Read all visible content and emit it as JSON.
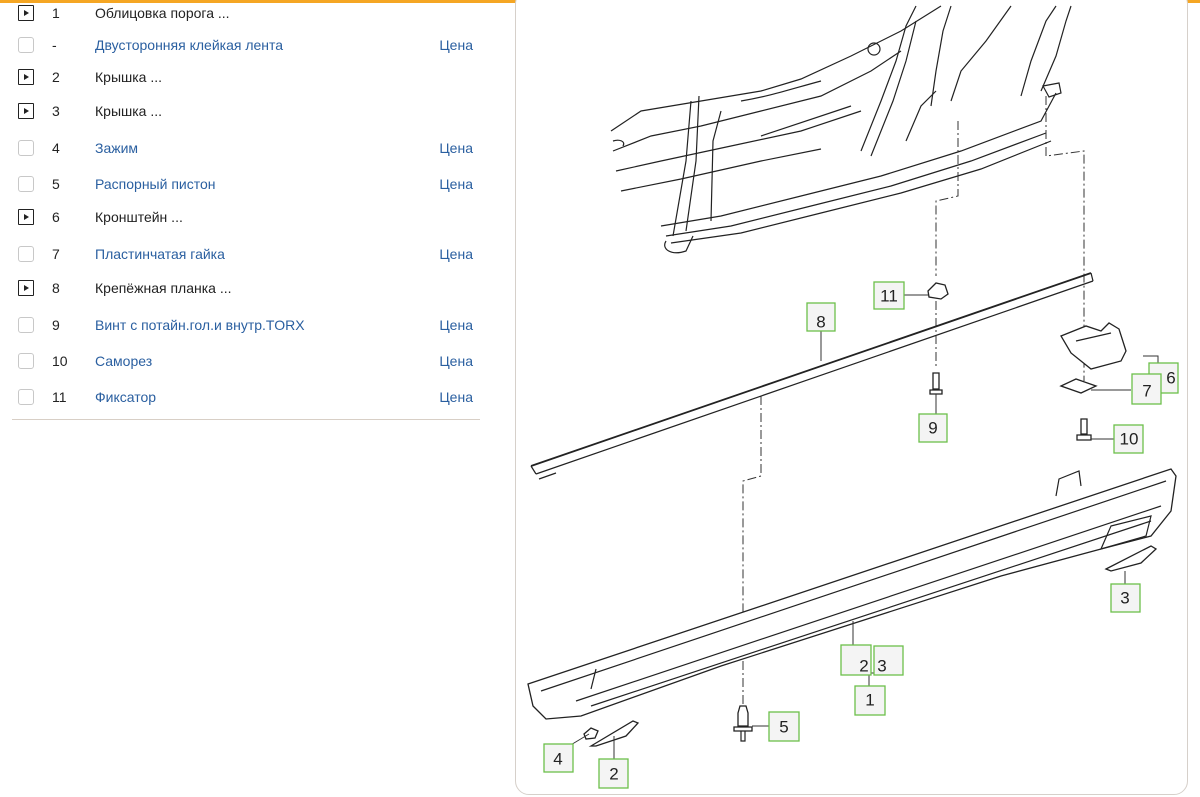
{
  "accent_color": "#f5a623",
  "link_color": "#2a5fa0",
  "callout_border_color": "#6cc04a",
  "parts_list": {
    "rows": [
      {
        "control": "expander",
        "number": "1",
        "name": "Облицовка порога ...",
        "is_link": false,
        "price_label": ""
      },
      {
        "control": "checkbox",
        "number": "-",
        "name": "Двусторонняя клейкая лента",
        "is_link": true,
        "price_label": "Цена"
      },
      {
        "control": "expander",
        "number": "2",
        "name": "Крышка ...",
        "is_link": false,
        "price_label": ""
      },
      {
        "control": "expander",
        "number": "3",
        "name": "Крышка ...",
        "is_link": false,
        "price_label": ""
      },
      {
        "control": "checkbox",
        "number": "4",
        "name": "Зажим",
        "is_link": true,
        "price_label": "Цена"
      },
      {
        "control": "checkbox",
        "number": "5",
        "name": "Распорный пистон",
        "is_link": true,
        "price_label": "Цена"
      },
      {
        "control": "expander",
        "number": "6",
        "name": "Кронштейн ...",
        "is_link": false,
        "price_label": ""
      },
      {
        "control": "checkbox",
        "number": "7",
        "name": "Пластинчатая гайка",
        "is_link": true,
        "price_label": "Цена"
      },
      {
        "control": "expander",
        "number": "8",
        "name": "Крепёжная планка ...",
        "is_link": false,
        "price_label": ""
      },
      {
        "control": "checkbox",
        "number": "9",
        "name": "Винт с потайн.гол.и внутр.TORX",
        "is_link": true,
        "price_label": "Цена"
      },
      {
        "control": "checkbox",
        "number": "10",
        "name": "Саморез",
        "is_link": true,
        "price_label": "Цена"
      },
      {
        "control": "checkbox",
        "number": "11",
        "name": "Фиксатор",
        "is_link": true,
        "price_label": "Цена"
      }
    ]
  },
  "diagram": {
    "callouts": [
      "11",
      "8",
      "9",
      "6",
      "7",
      "10",
      "3",
      "2",
      "3",
      "1",
      "5",
      "4",
      "2"
    ]
  }
}
